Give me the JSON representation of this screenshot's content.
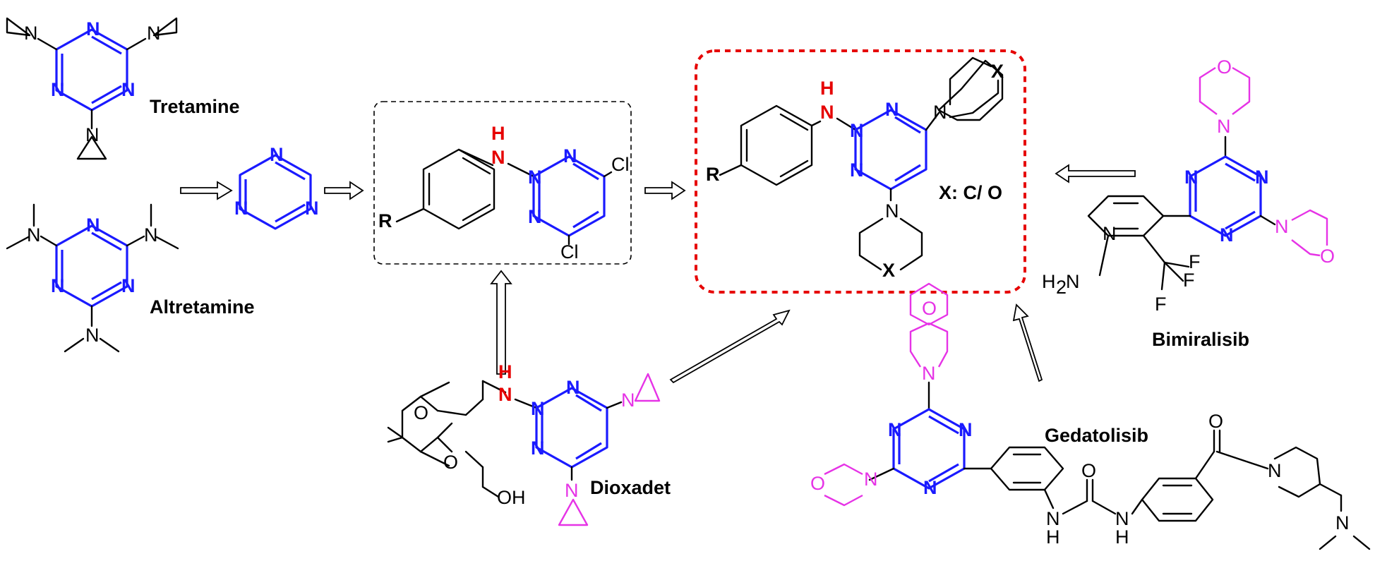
{
  "compounds": {
    "tretamine": "Tretamine",
    "altretamine": "Altretamine",
    "dioxadet": "Dioxadet",
    "gedatolisib": "Gedatolisib",
    "bimiralisib": "Bimiralisib"
  },
  "substituents": {
    "r_left": "R",
    "r_center": "R",
    "x_label": "X: C/ O",
    "x_top": "X",
    "x_bottom": "X",
    "cl": "Cl",
    "oh": "OH",
    "h2n": "H",
    "h2n_sub": "2",
    "h2n_n": "N",
    "f": "F"
  },
  "atoms": {
    "n": "N",
    "h": "H",
    "o": "O"
  },
  "colors": {
    "triazine": "#1a1aff",
    "nh": "#e60000",
    "morpholine": "#e633e6",
    "highlight_box": "#e60000"
  }
}
